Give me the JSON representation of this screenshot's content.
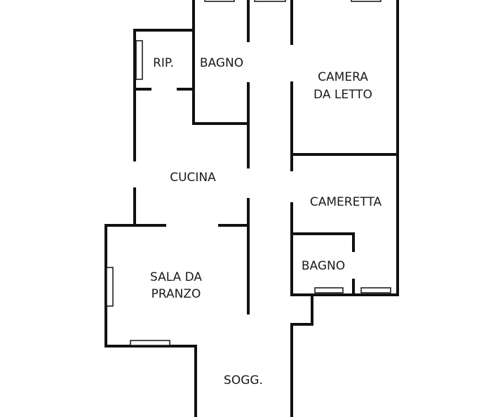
{
  "plan": {
    "rooms": {
      "rip": "RIP.",
      "bagno_top": "BAGNO",
      "camera_line1": "CAMERA",
      "camera_line2": "DA LETTO",
      "cucina": "CUCINA",
      "cameretta": "CAMERETTA",
      "bagno_small": "BAGNO",
      "sala_line1": "SALA DA",
      "sala_line2": "PRANZO",
      "sogg": "SOGG."
    }
  },
  "colors": {
    "wall": "#111111",
    "background": "#ffffff"
  }
}
